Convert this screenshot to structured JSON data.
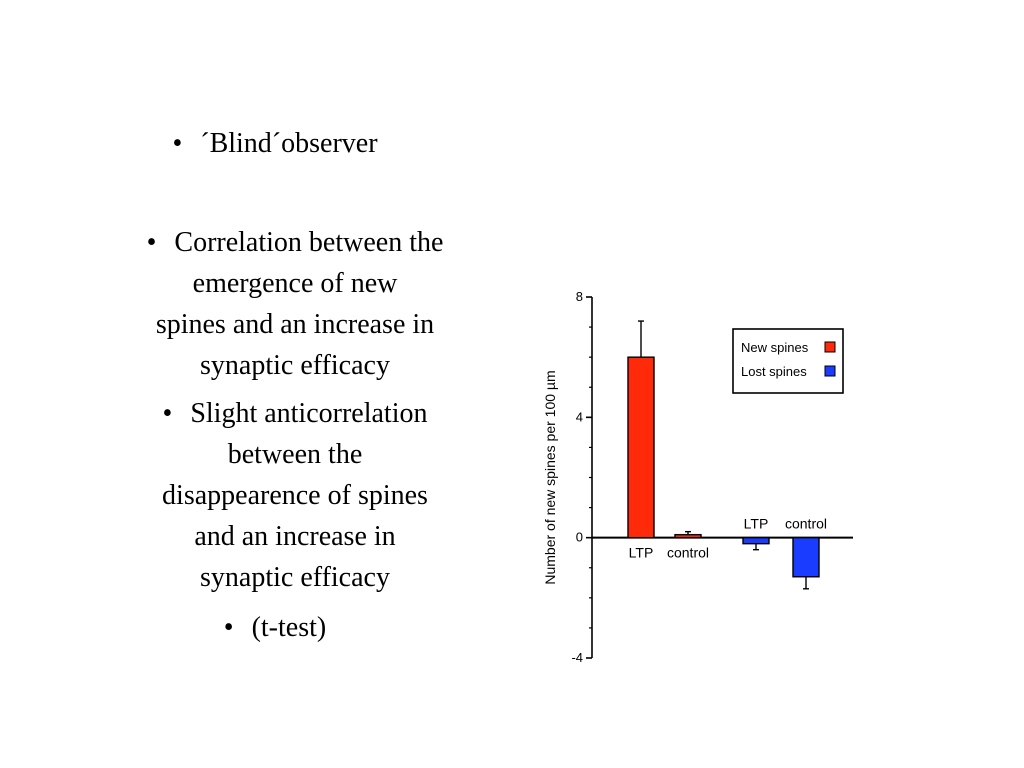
{
  "slide": {
    "bullets": [
      {
        "lines": [
          "´Blind´observer"
        ]
      },
      {
        "lines": [
          "Correlation between the",
          "emergence of new",
          "spines and an increase in",
          "synaptic efficacy"
        ]
      },
      {
        "lines": [
          "Slight anticorrelation",
          "between the",
          "disappearence of spines",
          "and an increase in",
          "synaptic efficacy"
        ]
      },
      {
        "lines": [
          "(t-test)"
        ]
      }
    ],
    "bullet_marker": "•"
  },
  "chart_data": {
    "type": "bar",
    "ylabel": "Number of new spines per 100 µm",
    "ylim": [
      -4,
      8
    ],
    "yticks": [
      8,
      4,
      0,
      -4
    ],
    "categories": [
      "LTP",
      "control",
      "LTP",
      "control"
    ],
    "series": [
      {
        "name": "New spines",
        "color": "#ff2a0a",
        "values": [
          6.0,
          0.1,
          null,
          null
        ],
        "errors": [
          1.2,
          0.1,
          null,
          null
        ]
      },
      {
        "name": "Lost spines",
        "color": "#1a3cff",
        "values": [
          null,
          null,
          -0.2,
          -1.3
        ],
        "errors": [
          null,
          null,
          0.2,
          0.4
        ]
      }
    ],
    "legend": {
      "position": "top-right",
      "entries": [
        "New spines",
        "Lost spines"
      ]
    },
    "grid": false
  }
}
